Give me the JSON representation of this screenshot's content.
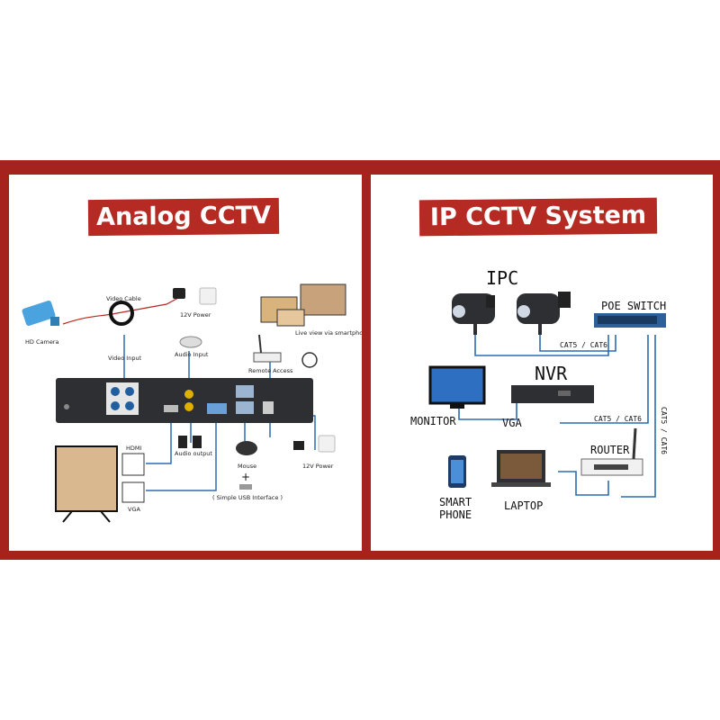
{
  "left": {
    "title": "Analog CCTV",
    "labels": {
      "video_cable": "Video Cable",
      "power_top": "12V Power",
      "hd_camera": "HD Camera",
      "video_input": "Video Input",
      "audio_input": "Audio Input",
      "remote_access": "Remote Access",
      "hdmi": "HDMI",
      "vga": "VGA",
      "audio_output": "Audio output",
      "mouse": "Mouse",
      "plus": "+",
      "usb_interface": "( Simple USB Interface )",
      "power_bottom": "12V Power",
      "mobile_note": "Live view via smartphone or PC"
    }
  },
  "right": {
    "title": "IP CCTV System",
    "labels": {
      "ipc": "IPC",
      "poe_switch": "POE SWITCH",
      "cat_switch": "CAT5 / CAT6",
      "nvr": "NVR",
      "monitor": "MONITOR",
      "vga": "VGA",
      "cat_nvr": "CAT5 / CAT6",
      "cat_vertical": "CAT5 / CAT6",
      "router": "ROUTER",
      "smart_phone_1": "SMART",
      "smart_phone_2": "PHONE",
      "laptop": "LAPTOP"
    }
  },
  "colors": {
    "frame": "#a6231d",
    "banner": "#b52a22",
    "cable": "#2b6cb0",
    "device": "#2d2f33"
  }
}
